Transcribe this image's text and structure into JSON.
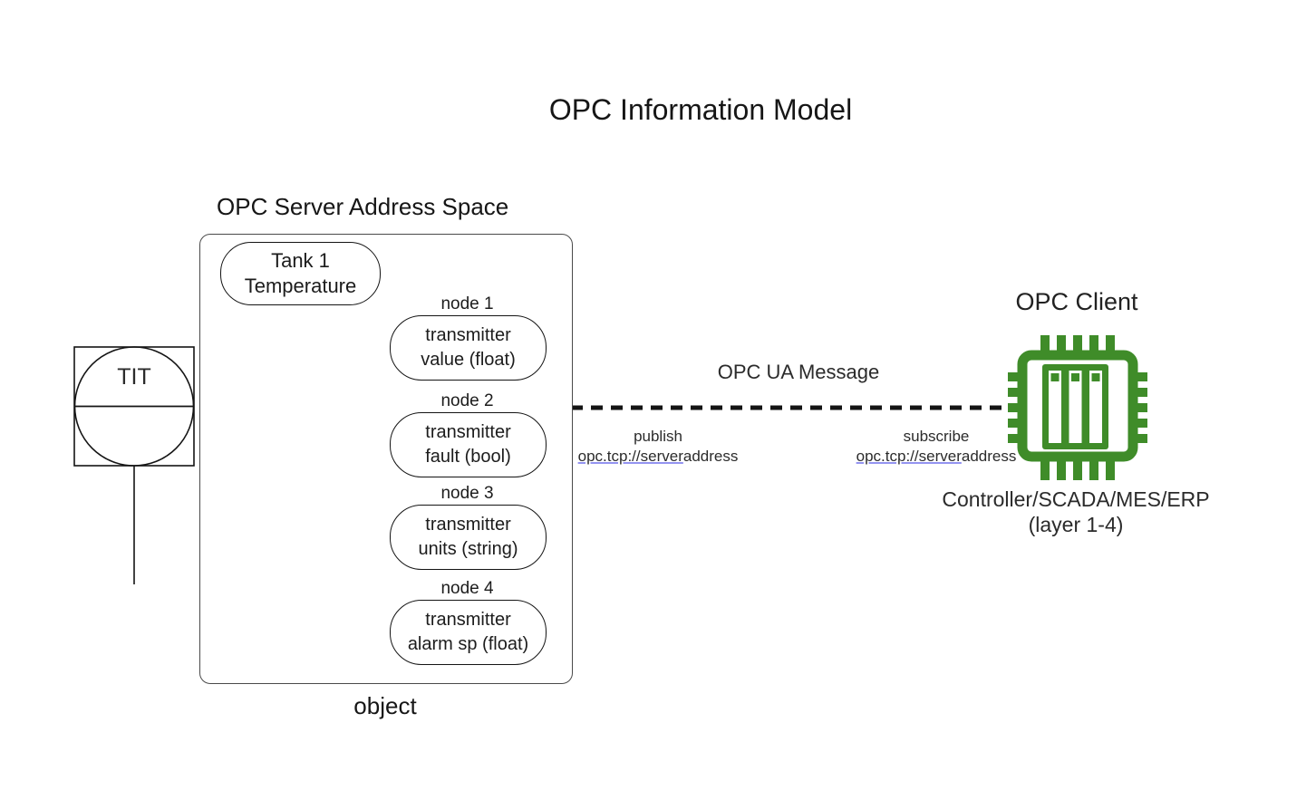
{
  "title": "OPC Information Model",
  "instrument": {
    "tag": "TIT",
    "icon": "instrument-bubble-icon"
  },
  "server": {
    "label": "OPC Server Address Space",
    "caption": "object",
    "root": {
      "line1": "Tank 1",
      "line2": "Temperature"
    },
    "nodes": [
      {
        "id": "node 1",
        "line1": "transmitter",
        "line2": "value (float)"
      },
      {
        "id": "node 2",
        "line1": "transmitter",
        "line2": "fault (bool)"
      },
      {
        "id": "node 3",
        "line1": "transmitter",
        "line2": "units (string)"
      },
      {
        "id": "node 4",
        "line1": "transmitter",
        "line2": "alarm sp (float)"
      }
    ]
  },
  "message": {
    "label": "OPC UA Message",
    "publish": {
      "action": "publish",
      "url_underlined": "opc.tcp://server",
      "url_rest": "address"
    },
    "subscribe": {
      "action": "subscribe",
      "url_underlined": "opc.tcp://server",
      "url_rest": "address"
    }
  },
  "client": {
    "label": "OPC Client",
    "caption_line1": "Controller/SCADA/MES/ERP",
    "caption_line2": "(layer 1-4)",
    "icon": "chip-icon"
  },
  "colors": {
    "chip_green": "#3f8c29",
    "link_underline": "#9393f0",
    "line_black": "#141414",
    "white": "#ffffff"
  }
}
